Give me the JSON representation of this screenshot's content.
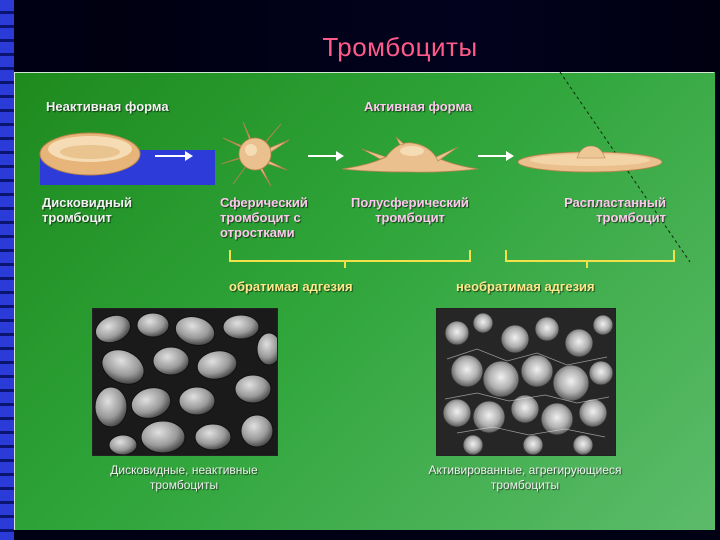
{
  "title": "Тромбоциты",
  "sections": {
    "inactive": "Неактивная форма",
    "active": "Активная форма"
  },
  "forms": {
    "discoid": "Дисковидный тромбоцит",
    "spherical": "Сферический тромбоцит с отростками",
    "hemispherical": "Полусферический тромбоцит",
    "spread": "Распластанный тромбоцит"
  },
  "adhesion": {
    "reversible": "обратимая адгезия",
    "irreversible": "необратимая адгезия"
  },
  "captions": {
    "left": "Дисковидные, неактивные тромбоциты",
    "right": "Активированные, агрегирующиеся тромбоциты"
  },
  "colors": {
    "title": "#ff5a8a",
    "panel": "#2fa53a",
    "accent_blue": "#2d3bd8",
    "bracket": "#f2e14a",
    "platelet": "#efc99a"
  }
}
